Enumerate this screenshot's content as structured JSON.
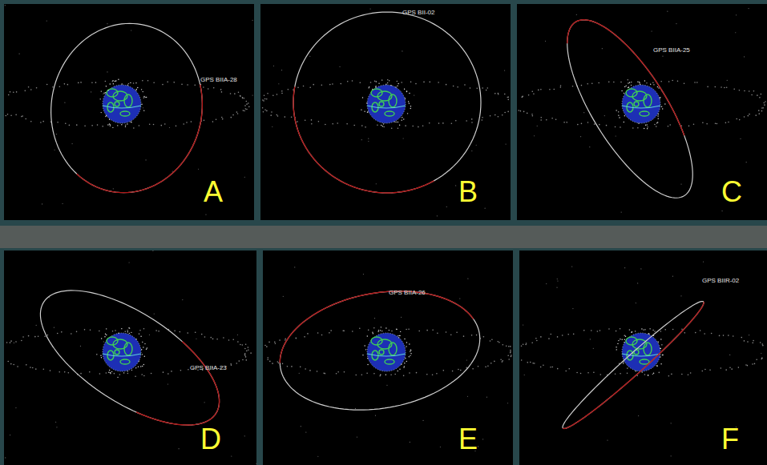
{
  "diagram": {
    "labels": [
      "GPS BIIA-28",
      "A",
      "GPS BII-02",
      "B",
      "GPS BIIA-25",
      "C",
      "GPS BIIA-23",
      "D",
      "GPS BIIA-26",
      "E",
      "GPS BIIR-02",
      "F"
    ]
  }
}
